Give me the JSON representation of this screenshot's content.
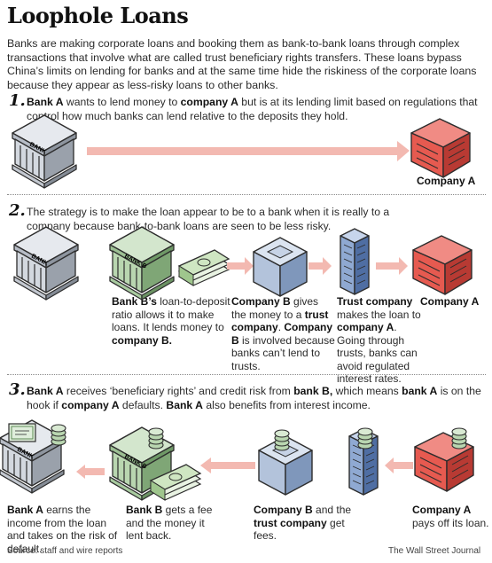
{
  "title": "Loophole Loans",
  "intro": "Banks are making corporate loans and booking them as bank-to-bank loans through complex transactions that involve what are called trust beneficiary rights transfers. These loans bypass China’s limits on lending for banks and at the same time hide the riskiness of the corporate loans because they appear as less-risky loans to other banks.",
  "step1": {
    "number": "1.",
    "t1": "Bank A",
    "t2": " wants to lend money to ",
    "t3": "company A",
    "t4": " but is at its lending limit based on regulations that control how much banks can lend relative to the deposits they hold.",
    "company_label": "Company A"
  },
  "step2": {
    "number": "2.",
    "text": "The strategy is to make the loan appear to be to a bank when it is really to a company because bank-to-bank loans are seen to be less risky.",
    "bank_b": {
      "b1": "Bank B’s",
      "t1": " loan-to-deposit ratio allows it to make loans. It lends money to ",
      "b2": "company B."
    },
    "company_b": {
      "b1": "Company B",
      "t1": " gives the money to a ",
      "b2": "trust company",
      "t2": ". ",
      "b3": "Company B",
      "t3": " is involved because banks can’t lend to trusts."
    },
    "trust": {
      "b1": "Trust company",
      "t1": " makes the loan to ",
      "b2": "company A",
      "t2": ". Going through trusts, banks can avoid regulated interest rates."
    },
    "company_a_label": "Company A"
  },
  "step3": {
    "number": "3.",
    "b1": "Bank A",
    "t1": " receives ‘beneficiary rights’ and credit risk from ",
    "b2": "bank B,",
    "t2": " which means ",
    "b3": "bank A",
    "t3": " is on the hook if ",
    "b4": "company A",
    "t4": " defaults. ",
    "b5": "Bank A",
    "t5": " also benefits from interest income.",
    "bank_a": {
      "b1": "Bank A",
      "t1": " earns the income from the loan and takes on the risk of default."
    },
    "bank_b": {
      "b1": "Bank B",
      "t1": " gets a fee and the money it lent back."
    },
    "company_b": {
      "b1": "Company B",
      "t1": " and the ",
      "b2": "trust company",
      "t2": " get fees."
    },
    "company_a": {
      "b1": "Company A",
      "t1": " pays off its loan."
    }
  },
  "bank_sign": "BANK",
  "bank_sign_b": "BANK B",
  "footer": {
    "source": "Source: staff and wire reports",
    "credit": "The Wall Street Journal"
  },
  "colors": {
    "bank_gray": "#c9ced6",
    "bank_green": "#a6c79e",
    "company_red": "#e2453e",
    "company_b_blue": "#aebfd6",
    "trust_blue": "#6e8fc4",
    "arrow_pink": "#f3b9b1",
    "cash_green": "#cfe6c2"
  },
  "icons": [
    "bank-gray-icon",
    "bank-green-icon",
    "company-red-icon",
    "company-b-icon",
    "trust-building-icon",
    "cash-stack-icon",
    "coin-stack-icon",
    "certificate-icon",
    "arrow-icon"
  ]
}
